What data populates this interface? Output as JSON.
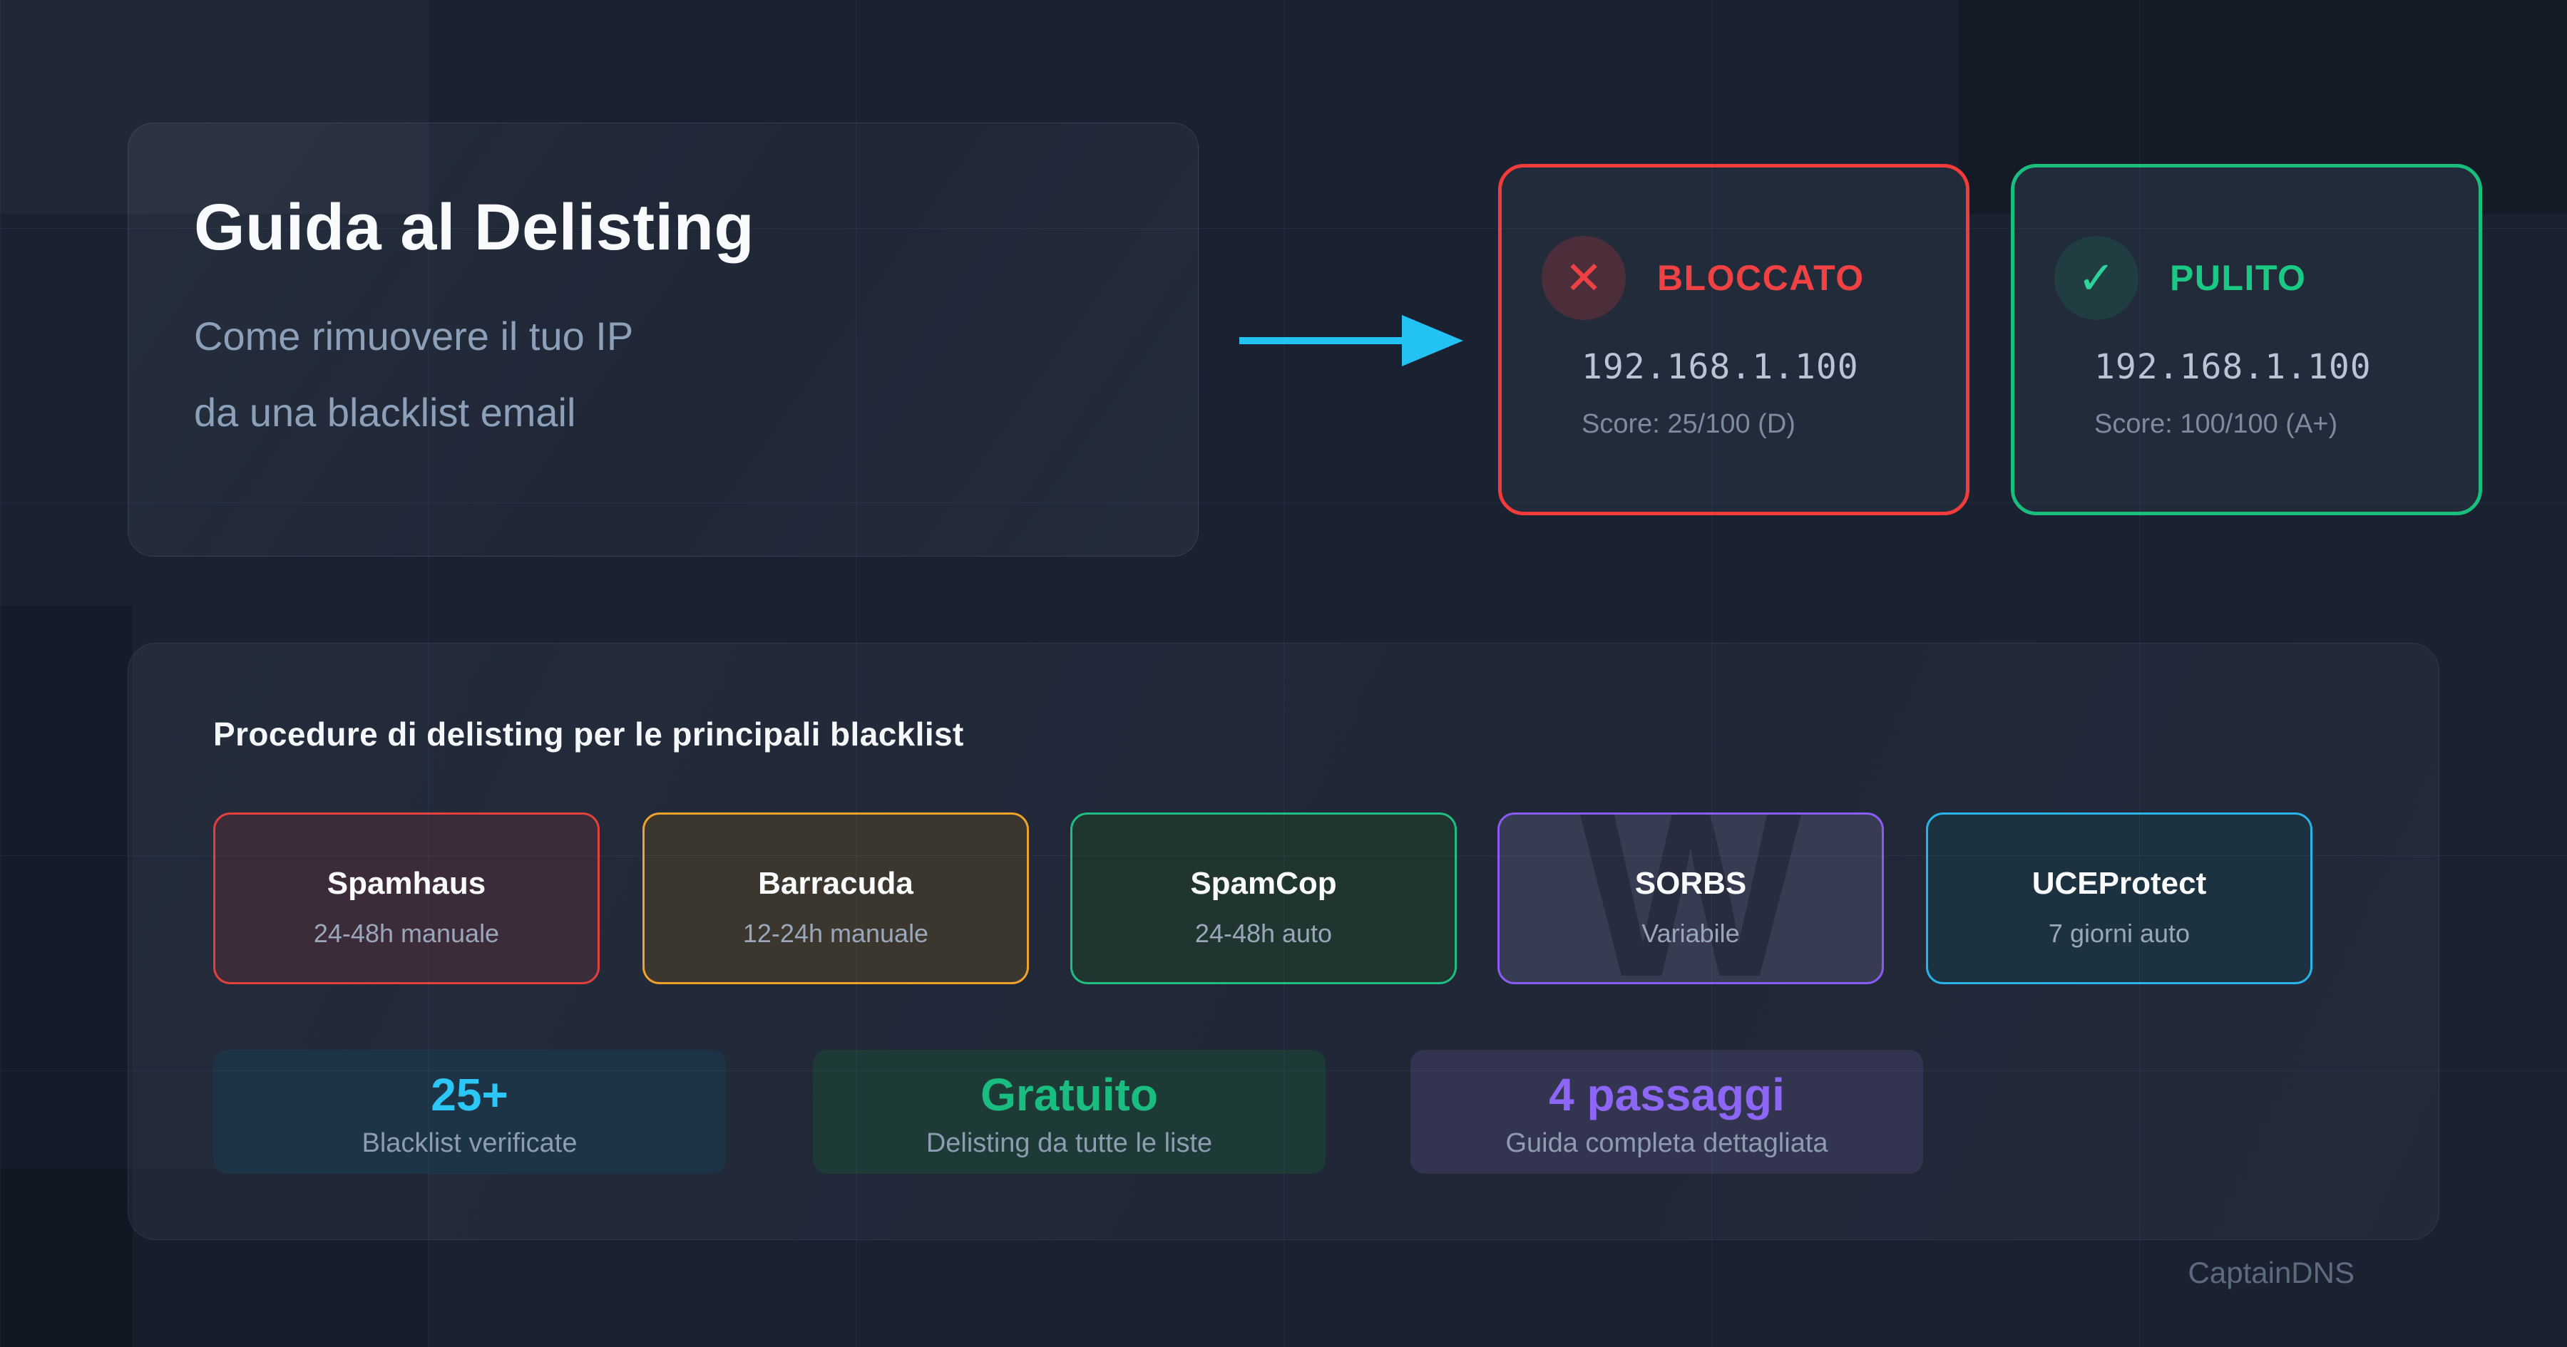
{
  "hero": {
    "title": "Guida al Delisting",
    "subtitle_line1": "Come rimuovere il tuo IP",
    "subtitle_line2": "da una blacklist email"
  },
  "arrow": {
    "direction": "right",
    "color": "#22c3f2"
  },
  "comparison": {
    "blocked": {
      "icon": "✕",
      "label": "BLOCCATO",
      "ip": "192.168.1.100",
      "score": "Score: 25/100 (D)",
      "accent": "#f23b3b"
    },
    "clean": {
      "icon": "✓",
      "label": "PULITO",
      "ip": "192.168.1.100",
      "score": "Score: 100/100 (A+)",
      "accent": "#19bd7c"
    }
  },
  "procedures": {
    "heading": "Procedure di delisting per le principali blacklist",
    "items": [
      {
        "name": "Spamhaus",
        "time": "24-48h manuale",
        "accent": "#e2403c"
      },
      {
        "name": "Barracuda",
        "time": "12-24h manuale",
        "accent": "#eea22b"
      },
      {
        "name": "SpamCop",
        "time": "24-48h auto",
        "accent": "#1fbd82"
      },
      {
        "name": "SORBS",
        "time": "Variabile",
        "accent": "#8a5cf5",
        "watermark": "W"
      },
      {
        "name": "UCEProtect",
        "time": "7 giorni auto",
        "accent": "#29b3e6"
      }
    ],
    "stats": [
      {
        "value": "25+",
        "label": "Blacklist verificate",
        "accent": "#2bc7f6"
      },
      {
        "value": "Gratuito",
        "label": "Delisting da tutte le liste",
        "accent": "#1abd7f"
      },
      {
        "value": "4 passaggi",
        "label": "Guida completa dettagliata",
        "accent": "#8e66f5"
      }
    ]
  },
  "footer": {
    "brand": "CaptainDNS"
  }
}
